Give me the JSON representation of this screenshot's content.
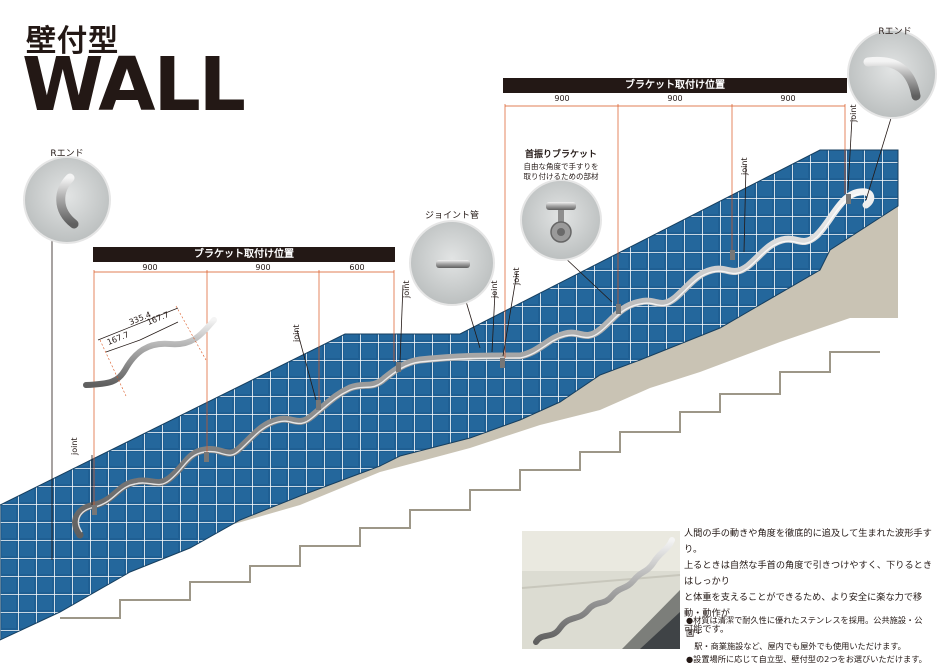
{
  "title": {
    "jp": "壁付型",
    "en": "WALL"
  },
  "bracket_sections": [
    {
      "label": "ブラケット取付け位置",
      "dims": [
        "900",
        "900",
        "600"
      ]
    },
    {
      "label": "ブラケット取付け位置",
      "dims": [
        "900",
        "900",
        "900"
      ]
    }
  ],
  "callouts": {
    "r_end_left": "Rエンド",
    "r_end_right": "Rエンド",
    "joint_pipe": "ジョイント管",
    "swivel_title": "首振りブラケット",
    "swivel_desc_1": "自由な角度で手すりを",
    "swivel_desc_2": "取り付けるための部材"
  },
  "wave_dims": {
    "total": "335.4",
    "half_a": "167.7",
    "half_b": "167.7"
  },
  "joint_label": "joint",
  "description": [
    "人間の手の動きや角度を徹底的に追及して生まれた波形手すり。",
    "上るときは自然な手首の角度で引きつけやすく、下りるときはしっかり",
    "と体重を支えることができるため、より安全に楽な力で移動・動作が",
    "可能です。"
  ],
  "bullets": [
    "●材質は清潔で耐久性に優れたステンレスを採用。公共施設・公園・",
    "　駅・商業施設など、屋内でも屋外でも使用いただけます。",
    "●設置場所に応じて自立型、壁付型の2つをお選びいただけます。"
  ],
  "colors": {
    "tile": "#1f5f93",
    "grout": "#ffffff",
    "concrete": "#c9c3b4",
    "ink": "#231815",
    "dim_line": "#d9541e"
  }
}
